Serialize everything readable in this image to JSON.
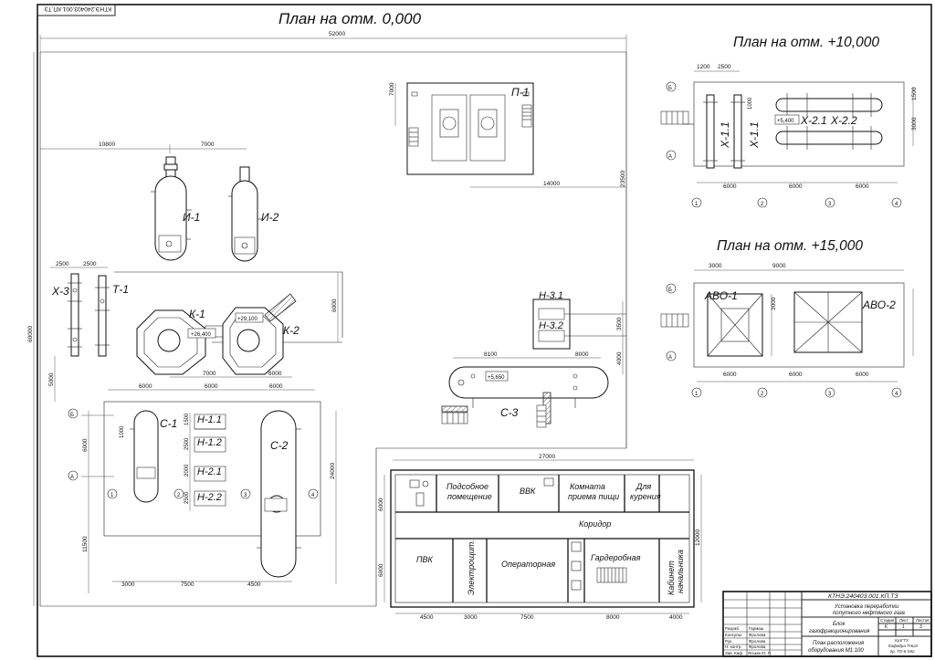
{
  "plans": {
    "main_title": "План на отм. 0,000",
    "upper_title": "План на отм. +10,000",
    "top_title": "План на отм. +15,000"
  },
  "stamp_code_rotated": "КТНЭ.240403.001.КП.ТЗ",
  "equipment": {
    "P1": "П-1",
    "I1": "И-1",
    "I2": "И-2",
    "X3": "Х-3",
    "T1": "Т-1",
    "K1": "К-1",
    "K2": "К-2",
    "S1": "С-1",
    "S2": "С-2",
    "S3": "С-3",
    "N11": "Н-1.1",
    "N12": "Н-1.2",
    "N21": "Н-2.1",
    "N22": "Н-2.2",
    "N31": "Н-3.1",
    "N32": "Н-3.2",
    "X11a": "Х-1.1",
    "X11b": "Х-1.1",
    "X21": "Х-2.1",
    "X22": "Х-2.2",
    "AVO1": "АВО-1",
    "AVO2": "АВО-2"
  },
  "elevations": {
    "k1": "+26,400",
    "k2": "+29,100",
    "s3": "+5,650",
    "x": "+5,400"
  },
  "dimensions": {
    "d52000": "52000",
    "d60000": "60000",
    "d7000_p1": "7000",
    "d14000": "14000",
    "d23500": "23500",
    "d10800": "10800",
    "d7000_i": "7000",
    "d2500a": "2500",
    "d2500b": "2500",
    "d6000_k": "6000",
    "d7000_k": "7000",
    "d6000_k2": "6000",
    "d5000": "5000",
    "d6000_a": "6000",
    "d6000_b": "6000",
    "d6000_c": "6000",
    "d6000_side": "6000",
    "d24000": "24000",
    "d11500": "11500",
    "d3000_s": "3000",
    "d7500_s": "7500",
    "d4500_s": "4500",
    "d1000": "1000",
    "d1500": "1500",
    "d2500_n1": "2500",
    "d2000": "2000",
    "d2500_n2": "2500",
    "d3500": "3500",
    "d4000": "4000",
    "d8100": "8100",
    "d8000": "8000",
    "d27000": "27000",
    "d6000_b1": "6000",
    "d6000_b2": "6000",
    "d12000": "12000",
    "d4500_b": "4500",
    "d3000_b": "3000",
    "d7500_b": "7500",
    "d8000_b": "8000",
    "d4000_b": "4000",
    "u1200": "1200",
    "u2500": "2500",
    "u1500": "1500",
    "u1000": "1000",
    "u3000": "3000",
    "u6000a": "6000",
    "u6000b": "6000",
    "u6000c": "6000",
    "t3000": "3000",
    "t9000": "9000",
    "t3000b": "3000",
    "t6000a": "6000",
    "t6000b": "6000",
    "t6000c": "6000"
  },
  "axes": {
    "B": "Б",
    "A": "А",
    "a1": "1",
    "a2": "2",
    "a3": "3",
    "a4": "4"
  },
  "rooms": {
    "r1a": "Подсобное",
    "r1b": "помещение",
    "r2": "ВВК",
    "r3a": "Комната",
    "r3b": "приема пищи",
    "r4a": "Для",
    "r4b": "курения",
    "corridor": "Коридор",
    "pvk": "ПВК",
    "elec": "Электрощит.",
    "oper": "Операторная",
    "gard": "Гардеробная",
    "boss1": "Кабинет",
    "boss2": "начальника"
  },
  "stamp": {
    "code": "КТНЭ.240403.001.КП.ТЗ",
    "title1": "Установка переработки",
    "title2": "попутного нефтяного газа",
    "block1": "Блок",
    "block2": "газофракционирования",
    "sheet1": "План расположения",
    "sheet2": "оборудования М1:100",
    "col_stage": "Стадия",
    "col_sheet": "Лист",
    "col_sheets": "Листов",
    "stage": "К",
    "sheet": "1",
    "sheets": "3",
    "org1": "КузГТУ",
    "org2": "Кафедра ТНиЭ",
    "org3": "гр. ТО-К-042",
    "roles": [
      "Разраб.",
      "Консульт.",
      "Рук.",
      "Н. контр.",
      "Зав. Каф."
    ],
    "names": [
      "Гармаш",
      "Фролова",
      "Фролова",
      "Фролова",
      "Ялькин Ю. П."
    ]
  }
}
